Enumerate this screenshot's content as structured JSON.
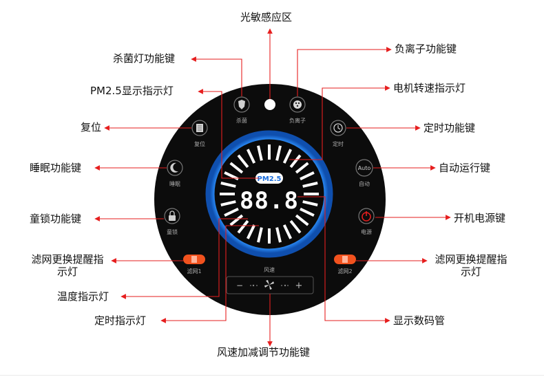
{
  "callouts": {
    "light_sensor": "光敏感应区",
    "sterilize_key": "杀菌灯功能键",
    "anion_key": "负离子功能键",
    "pm25_indicator": "PM2.5显示指示灯",
    "motor_speed_indicator": "电机转速指示灯",
    "reset": "复位",
    "timer_key": "定时功能键",
    "sleep_key": "睡眠功能键",
    "auto_key": "自动运行键",
    "child_lock_key": "童锁功能键",
    "power_key": "开机电源键",
    "filter1_reminder": "滤网更换提醒指示灯",
    "filter2_reminder": "滤网更换提醒指示灯",
    "temp_indicator": "温度指示灯",
    "timer_indicator": "定时指示灯",
    "display_tube": "显示数码管",
    "wind_speed_key": "风速加减调节功能键"
  },
  "panel": {
    "sterilize": "杀菌",
    "anion": "负离子",
    "reset": "复位",
    "timer": "定时",
    "sleep": "睡眠",
    "auto_icon": "Auto",
    "auto": "自动",
    "lock": "童锁",
    "power": "电源",
    "filter1": "滤网1",
    "filter2": "滤网2",
    "pm_badge": "PM2.5",
    "digits": "88.8",
    "wind_title": "风速",
    "minus": "−",
    "plus": "+"
  },
  "colors": {
    "panel_bg": "#0c0c0c",
    "ring_blue": "#1a74e6",
    "arrow_red": "#e61e1e",
    "filter_orange": "#f2521e"
  }
}
